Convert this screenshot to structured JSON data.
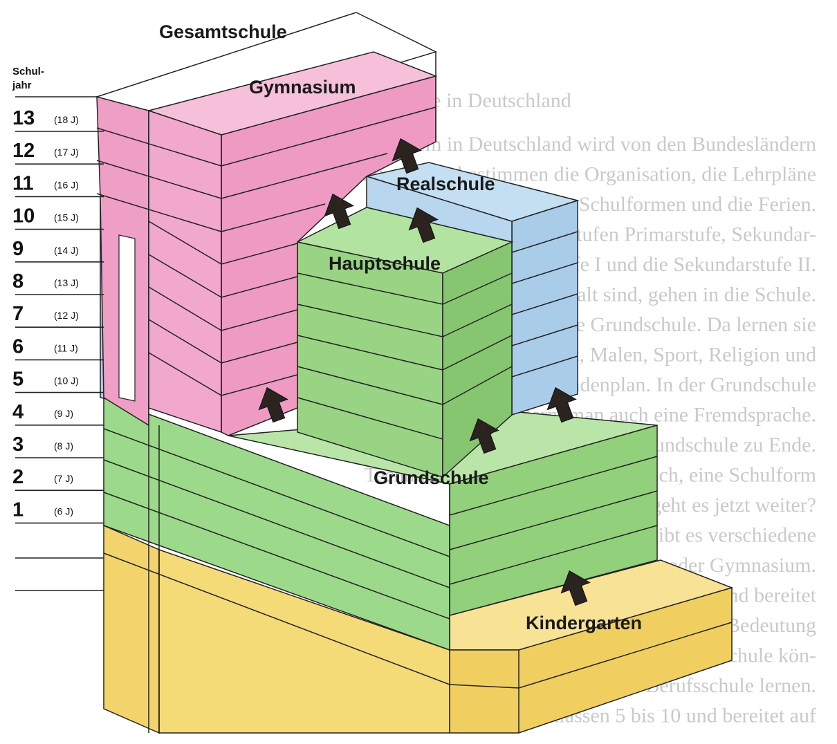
{
  "school_labels": {
    "gesamtschule": "Gesamtschule",
    "gymnasium": "Gymnasium",
    "realschule": "Realschule",
    "hauptschule": "Hauptschule",
    "grundschule": "Grundschule",
    "kindergarten": "Kindergarten"
  },
  "year_header": {
    "line1": "Schul-",
    "line2": "jahr"
  },
  "years": [
    {
      "num": "13",
      "age": "(18 J)"
    },
    {
      "num": "12",
      "age": "(17 J)"
    },
    {
      "num": "11",
      "age": "(16 J)"
    },
    {
      "num": "10",
      "age": "(15 J)"
    },
    {
      "num": "9",
      "age": "(14 J)"
    },
    {
      "num": "8",
      "age": "(13 J)"
    },
    {
      "num": "7",
      "age": "(12 J)"
    },
    {
      "num": "6",
      "age": "(11 J)"
    },
    {
      "num": "5",
      "age": "(10 J)"
    },
    {
      "num": "4",
      "age": "(9 J)"
    },
    {
      "num": "3",
      "age": "(8 J)"
    },
    {
      "num": "2",
      "age": "(7 J)"
    },
    {
      "num": "1",
      "age": "(6 J)"
    }
  ],
  "background_text": {
    "heading": "1. Die Schule in Deutschland",
    "lines": [
      "Das Schulsystem in Deutschland wird von den Bundesländern",
      "Die Bundesländer bestimmen die Organisation, die Lehrpläne",
      "Lehrpläne, die Schulformen und die Ferien.",
      "Das Schulsystem hat die Stufen Primarstufe, Sekundar-",
      "stufe I und die Sekundarstufe II.",
      "30. Juni sechs Jahre alt sind, gehen in die Schule.",
      "Zuerst kommen sie in die Grundschule. Da lernen sie",
      "schreiben, rechnen, Musik, Malen, Sport, Religion und",
      "Handarbeit stehen auch auf dem Stundenplan. In der Grundschule",
      "lernt man auch eine Fremdsprache.",
      "In der 4. Klasse ist die Grundschule zu Ende.",
      "Technik, Fremdsprachen und Deutsch, eine Schulform",
      "Wie geht es jetzt weiter?",
      "Nun beginnt die Sekundarstufe. Hier gibt es verschiedene",
      "Hauptschule, Realschule oder Gymnasium.",
      "Die Hauptschule umfasst die Klassen 5 bis 9 und bereitet",
      "tet ihre Schüler auf einen Beruf vor. Von besonderer Bedeutung",
      "ist hier deshalb das Fach Arbeitslehre. Nach dieser Schule kön-",
      "nen die Jugendlichen in einer Berufsschule lernen.",
      "Die Realschule umfasst die Klassen 5 bis 10 und bereitet auf"
    ]
  },
  "colors": {
    "gymnasium": "#ee9ac3",
    "realschule": "#a9cce9",
    "hauptschule": "#98d483",
    "grundschule": "#9dd98b",
    "kindergarten": "#f3d46c",
    "arrow": "#2a2320"
  }
}
